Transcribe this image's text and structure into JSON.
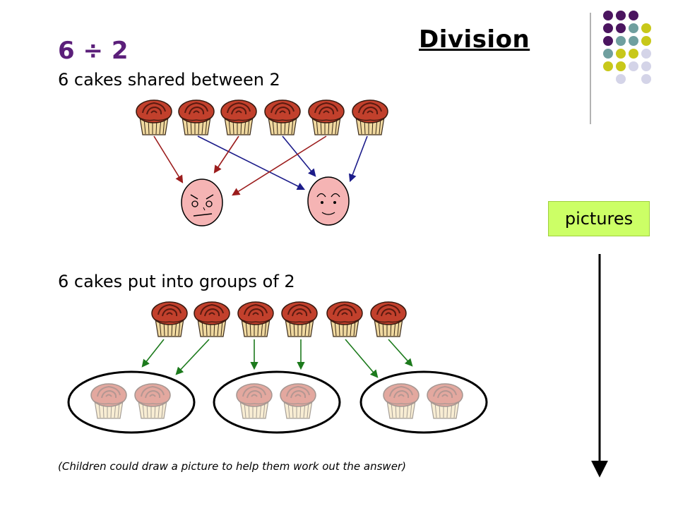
{
  "slide": {
    "title": "Division",
    "equation": "6 ÷ 2",
    "shared_text": "6 cakes shared between 2",
    "groups_text": "6 cakes put into groups of 2",
    "note": "(Children could draw a picture to help them work out the answer)",
    "badge": "pictures"
  },
  "colors": {
    "purple": "#4b1560",
    "teal": "#6f9f9f",
    "olive": "#c8c81a",
    "lavender": "#d4d4e8",
    "equation": "#5b1f7a",
    "badge_bg": "#ccff66",
    "arrow_red": "#9b1c1c",
    "arrow_blue": "#1c1c8a",
    "arrow_green": "#1c7a1c"
  },
  "icons": {
    "cupcake": "cupcake-icon",
    "face_cross": "cross-face-icon",
    "face_happy": "happy-face-icon"
  }
}
